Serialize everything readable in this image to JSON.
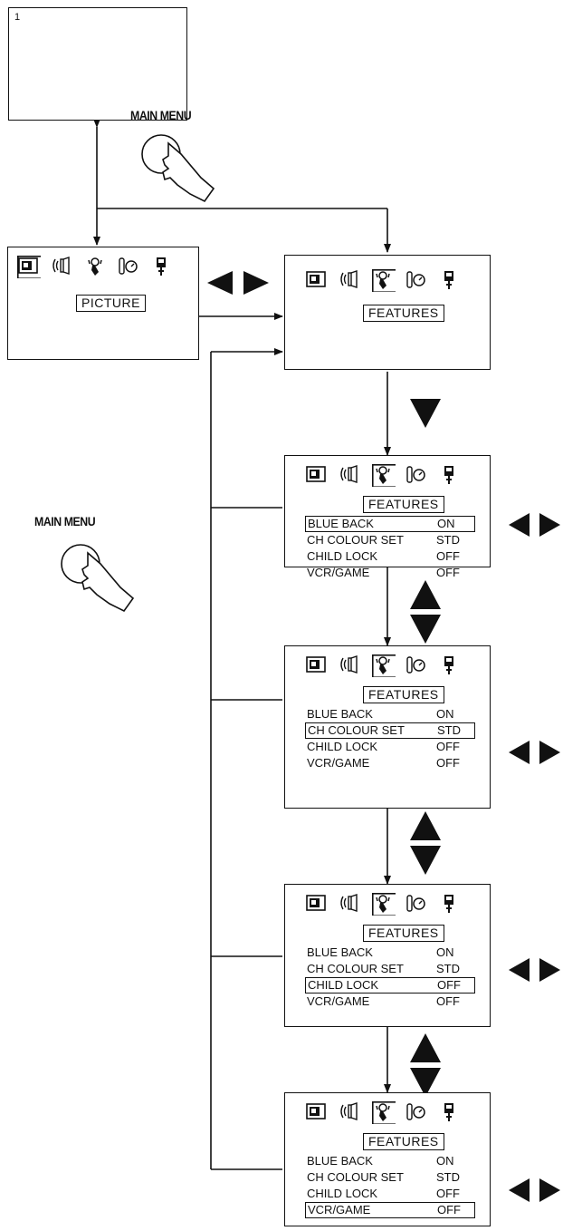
{
  "screen_number": "1",
  "main_menu_label": "MAIN MENU",
  "picture_tab": "PICTURE",
  "features_tab": "FEATURES",
  "menu_screens": [
    {
      "selected": 0,
      "rows": [
        {
          "label": "BLUE BACK",
          "value": "ON"
        },
        {
          "label": "CH COLOUR SET",
          "value": "STD"
        },
        {
          "label": "CHILD LOCK",
          "value": "OFF"
        },
        {
          "label": "VCR/GAME",
          "value": "OFF"
        }
      ]
    },
    {
      "selected": 1,
      "rows": [
        {
          "label": "BLUE BACK",
          "value": "ON"
        },
        {
          "label": "CH COLOUR SET",
          "value": "STD"
        },
        {
          "label": "CHILD LOCK",
          "value": "OFF"
        },
        {
          "label": "VCR/GAME",
          "value": "OFF"
        }
      ]
    },
    {
      "selected": 2,
      "rows": [
        {
          "label": "BLUE BACK",
          "value": "ON"
        },
        {
          "label": "CH COLOUR SET",
          "value": "STD"
        },
        {
          "label": "CHILD LOCK",
          "value": "OFF"
        },
        {
          "label": "VCR/GAME",
          "value": "OFF"
        }
      ]
    },
    {
      "selected": 3,
      "rows": [
        {
          "label": "BLUE BACK",
          "value": "ON"
        },
        {
          "label": "CH COLOUR SET",
          "value": "STD"
        },
        {
          "label": "CHILD LOCK",
          "value": "OFF"
        },
        {
          "label": "VCR/GAME",
          "value": "OFF"
        }
      ]
    }
  ],
  "menu_icons": [
    "picture-icon",
    "sound-icon",
    "features-icon",
    "setup-icon",
    "install-icon"
  ],
  "colors": {
    "line": "#111111",
    "background": "#ffffff"
  }
}
